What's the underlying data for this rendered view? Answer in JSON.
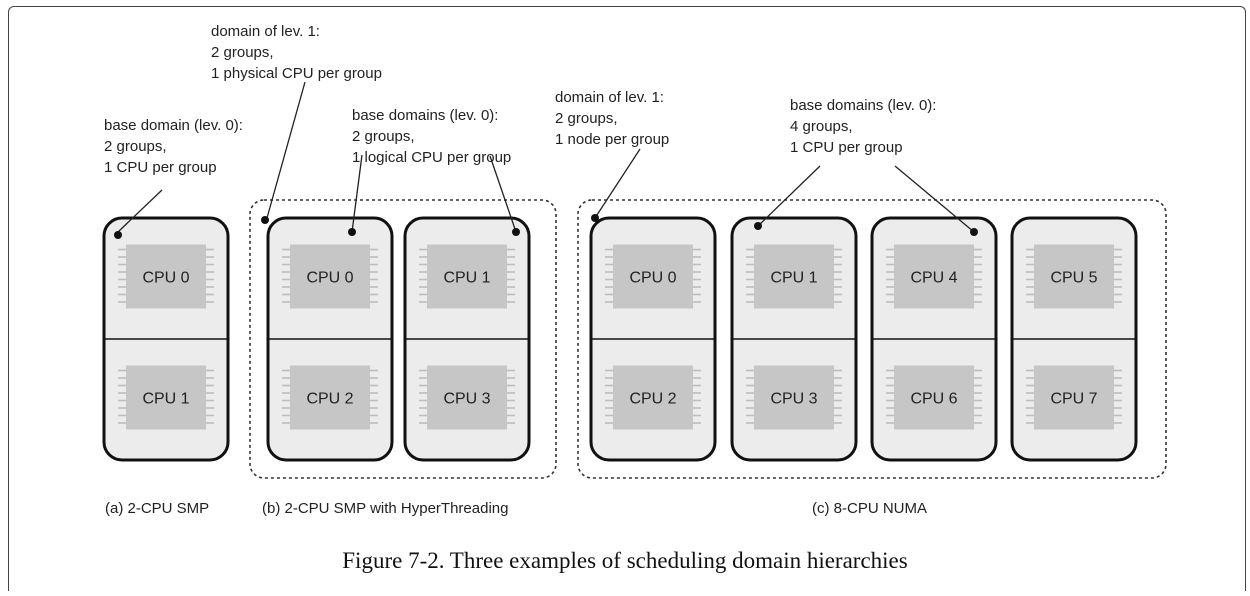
{
  "diagrams": {
    "a": {
      "caption": "(a) 2-CPU SMP",
      "cpus": [
        "CPU 0",
        "CPU 1"
      ],
      "annotations": [
        {
          "lines": [
            "base domain (lev. 0):",
            " 2 groups,",
            "1 CPU per group"
          ]
        }
      ]
    },
    "b": {
      "caption": "(b) 2-CPU SMP with HyperThreading",
      "cpus": [
        "CPU 0",
        "CPU 2",
        "CPU 1",
        "CPU 3"
      ],
      "annotations": [
        {
          "lines": [
            "domain of lev. 1:",
            "2 groups,",
            "1 physical CPU per group"
          ]
        },
        {
          "lines": [
            "base domains (lev. 0):",
            "2 groups,",
            "1 logical CPU per group"
          ]
        }
      ]
    },
    "c": {
      "caption": "(c) 8-CPU NUMA",
      "cpus": [
        "CPU 0",
        "CPU 2",
        "CPU 1",
        "CPU 3",
        "CPU 4",
        "CPU 6",
        "CPU 5",
        "CPU 7"
      ],
      "annotations": [
        {
          "lines": [
            "domain of lev. 1:",
            "2 groups,",
            "1 node per group"
          ]
        },
        {
          "lines": [
            "base domains (lev. 0):",
            "4 groups,",
            "1 CPU per group"
          ]
        }
      ]
    }
  },
  "figure_caption": "Figure 7-2. Three examples of scheduling domain hierarchies"
}
